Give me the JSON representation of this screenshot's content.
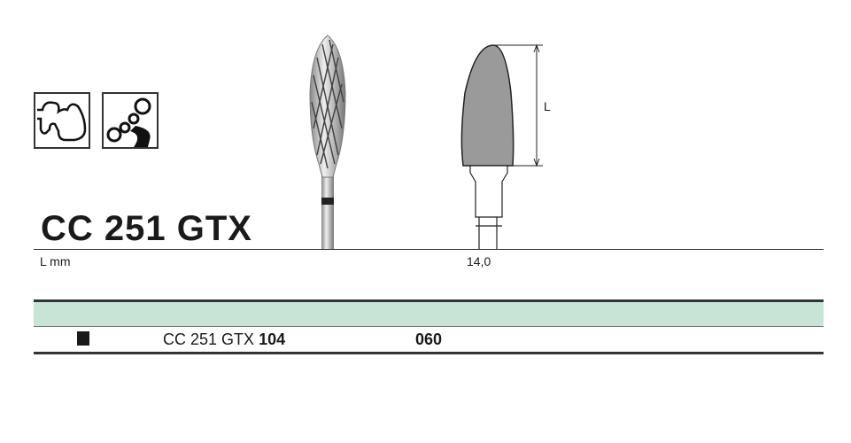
{
  "product": {
    "title": "CC 251 GTX"
  },
  "icons": [
    {
      "name": "teeth-crown-icon"
    },
    {
      "name": "chain-link-icon"
    }
  ],
  "dimension": {
    "label": "L",
    "unit_label": "L mm",
    "value": "14,0"
  },
  "table": {
    "header_color": "#c8e4d6",
    "rows": [
      {
        "shape_marker": "square",
        "code_prefix": "CC 251 GTX",
        "code_bold": "104",
        "size": "060"
      }
    ]
  }
}
